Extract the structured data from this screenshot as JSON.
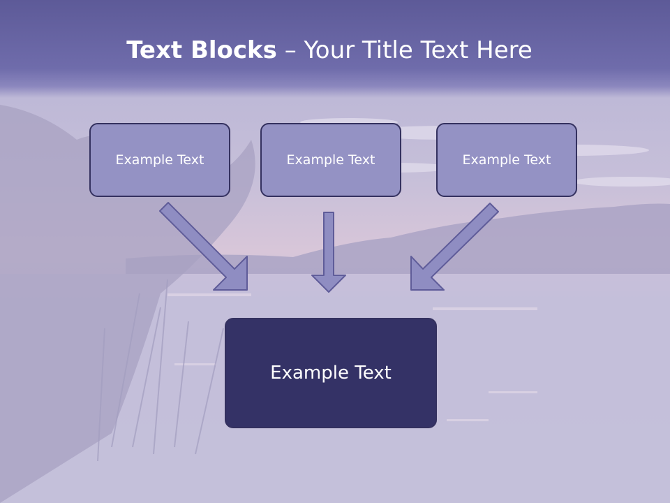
{
  "slide": {
    "title_bold": "Text Blocks",
    "title_dash": " – ",
    "title_rest": "Your Title Text Here"
  },
  "blocks": [
    {
      "label": "Example Text"
    },
    {
      "label": "Example Text"
    },
    {
      "label": "Example Text"
    }
  ],
  "target_block": {
    "label": "Example Text"
  },
  "colors": {
    "title_band": "#6f6cab",
    "small_box_fill": "#9492c4",
    "box_border": "#34315f",
    "big_box_fill": "#343266",
    "arrow_fill": "#8f8dc2"
  }
}
